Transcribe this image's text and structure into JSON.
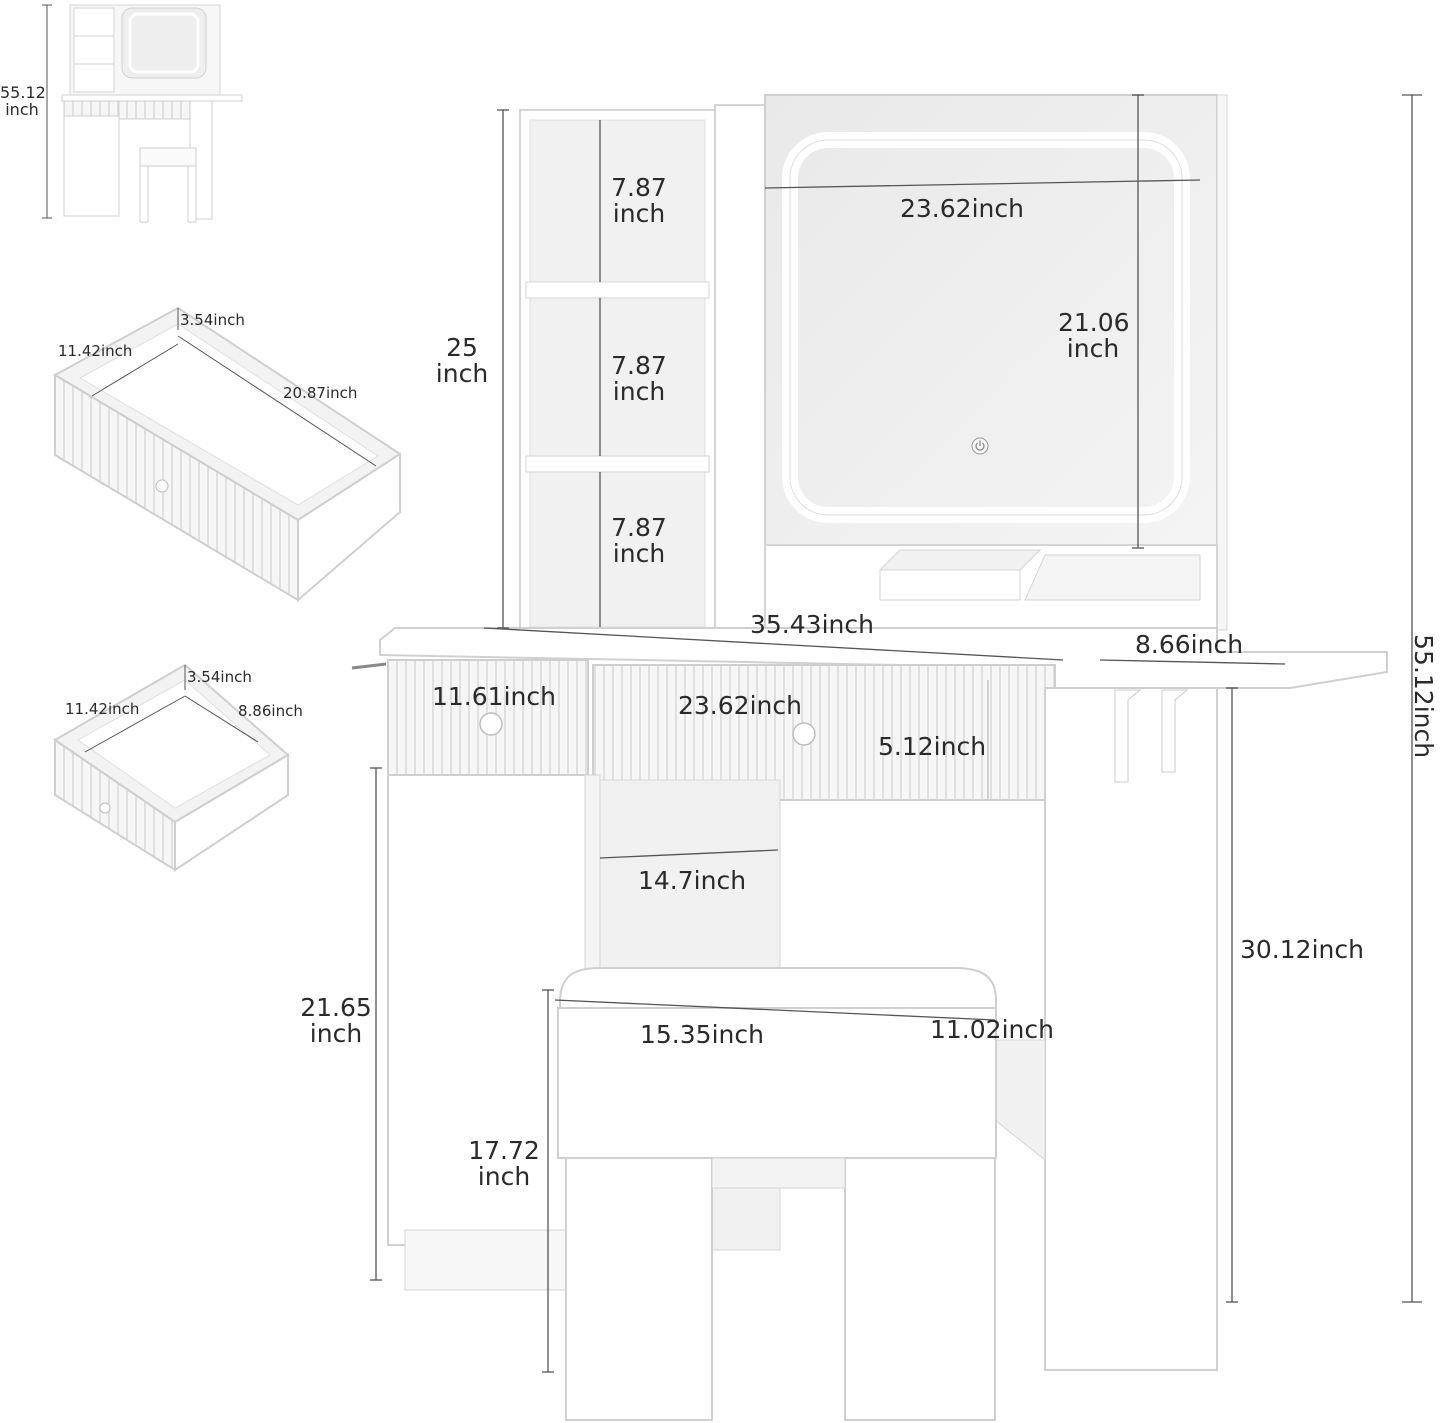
{
  "thumbnail": {
    "height_label": "55.12\ninch"
  },
  "large_drawer": {
    "depth": "11.42inch",
    "height": "3.54inch",
    "width": "20.87inch"
  },
  "small_drawer": {
    "depth": "11.42inch",
    "height": "3.54inch",
    "width": "8.86inch"
  },
  "hutch": {
    "height": "25\ninch",
    "shelf_1": "7.87\ninch",
    "shelf_2": "7.87\ninch",
    "shelf_3": "7.87\ninch"
  },
  "mirror": {
    "width": "23.62inch",
    "height": "21.06\ninch",
    "button_icon": "power-icon"
  },
  "desk": {
    "top_width": "35.43inch",
    "side_shelf": "8.66inch",
    "left_drawer": "11.61inch",
    "center_drawer_width": "23.62inch",
    "center_drawer_height": "5.12inch",
    "knee_space": "14.7inch",
    "desk_height": "30.12inch",
    "cabinet_height": "21.65\ninch",
    "total_height": "55.12inch"
  },
  "stool": {
    "width": "15.35inch",
    "depth": "11.02inch",
    "height": "17.72\ninch"
  },
  "colors": {
    "furniture": "#ffffff",
    "outline": "#c8c8c8",
    "shade": "#ececec",
    "text": "#2a2a2a",
    "dim_line": "#555555"
  }
}
